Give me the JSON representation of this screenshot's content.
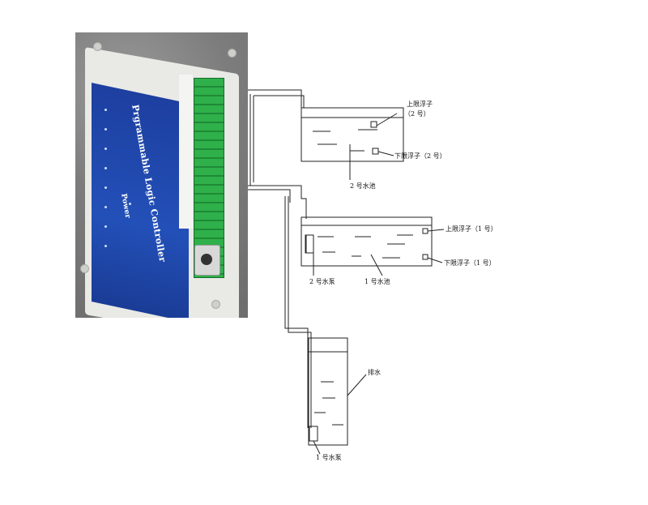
{
  "plc": {
    "title": "Prgrammable Logic Controller",
    "power_label": "Power"
  },
  "labels": {
    "upper_float_2_line1": "上限浮子",
    "upper_float_2_line2": "（2 号）",
    "lower_float_2": "下限浮子（2 号）",
    "pool_2": "2 号水池",
    "upper_float_1": "上限浮子（1 号）",
    "lower_float_1": "下限浮子（1 号）",
    "pump_2": "2 号水泵",
    "pool_1": "1 号水池",
    "drain": "排水",
    "pump_1": "1 号水泵"
  }
}
